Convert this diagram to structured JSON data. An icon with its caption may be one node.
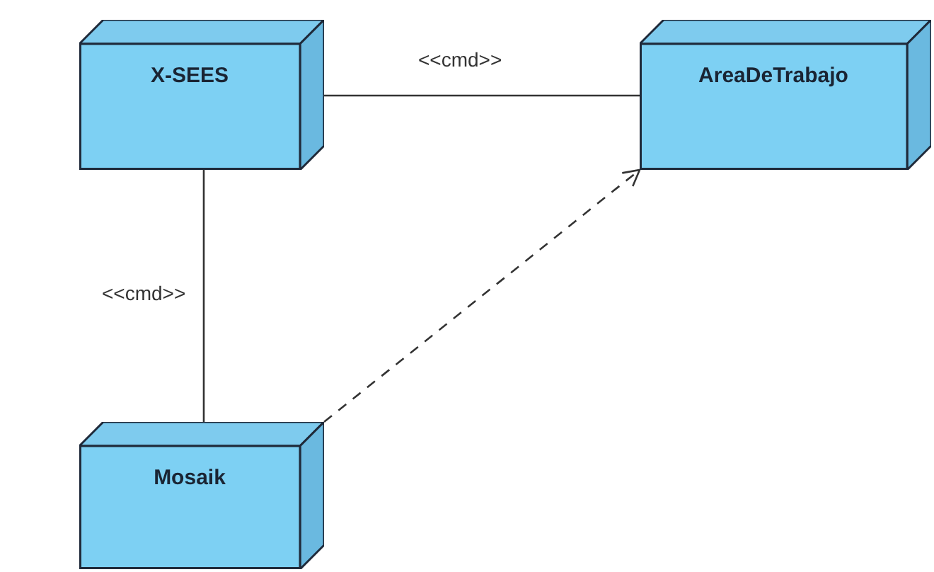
{
  "diagram": {
    "nodes": [
      {
        "text": [
          "X-SEES"
        ]
      },
      {
        "text": [
          "AreaDeTrabajo"
        ]
      },
      {
        "text": [
          "Mosaik"
        ]
      }
    ],
    "edges": [
      {
        "from": 0,
        "to": 1,
        "arrow": "none",
        "label": "<<cmd>>"
      },
      {
        "from": 0,
        "to": 2,
        "arrow": "none",
        "label": "<<cmd>>"
      },
      {
        "from": 2,
        "to": 1,
        "arrow": "to",
        "style": "dashed"
      }
    ]
  }
}
